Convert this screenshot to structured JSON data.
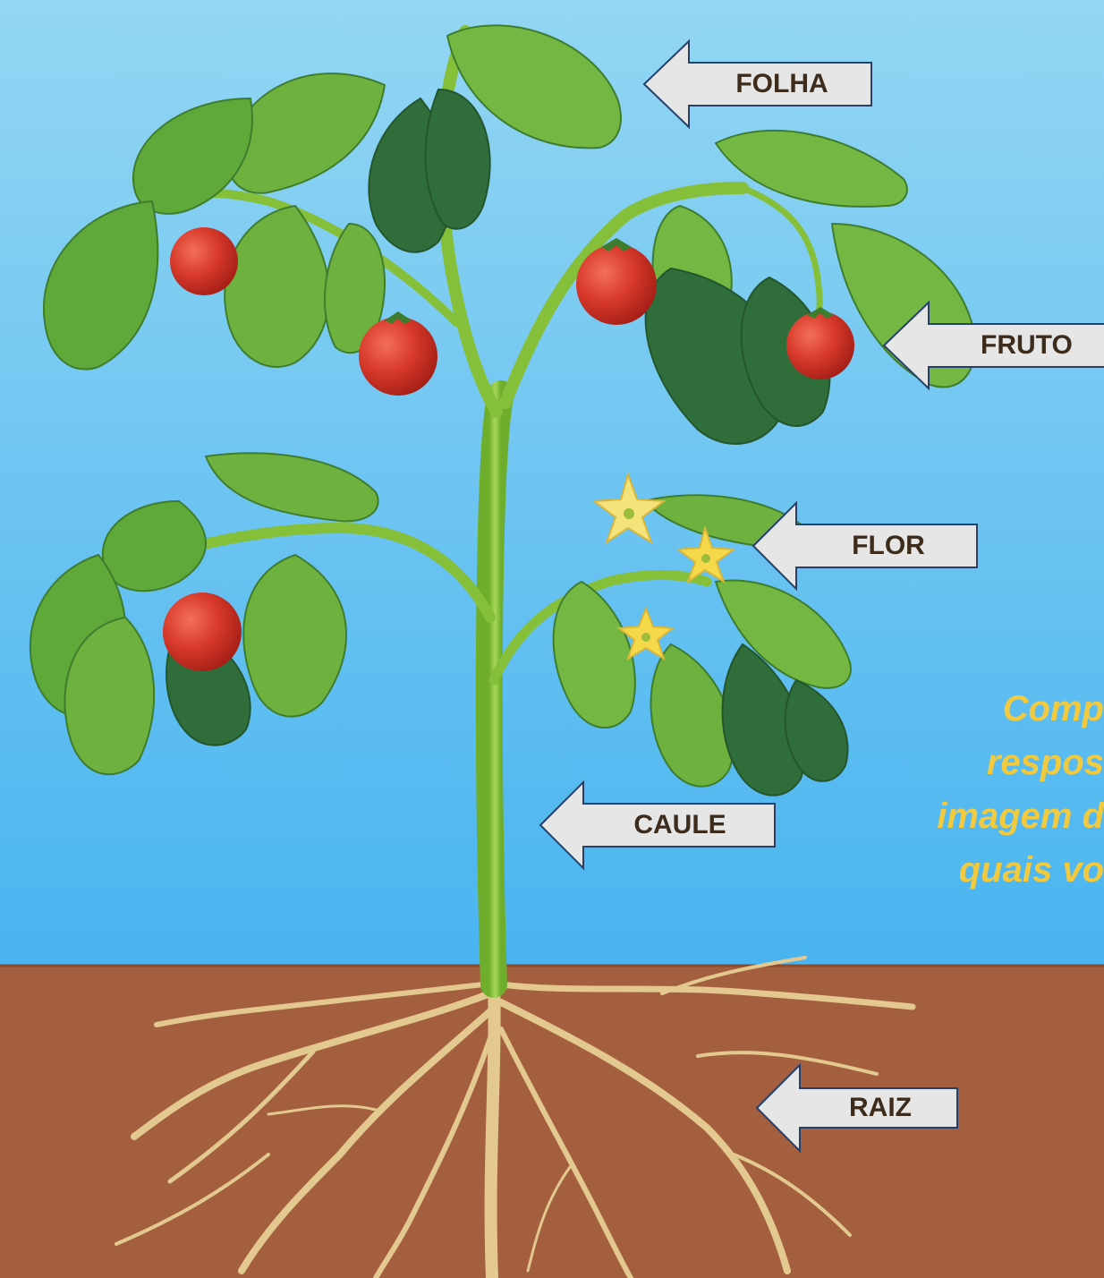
{
  "labels": {
    "folha": "FOLHA",
    "fruto": "FRUTO",
    "flor": "FLOR",
    "caule": "CAULE",
    "raiz": "RAIZ"
  },
  "caption": {
    "line1": "Comp",
    "line2": "respos",
    "line3": "imagem d",
    "line4": "quais vo"
  },
  "colors": {
    "sky_top": "#8fd3f2",
    "sky_bottom": "#4db6f0",
    "soil": "#a45f3f",
    "stem": "#8fc53b",
    "leaf": "#5fa83a",
    "leaf_dark": "#2f6e3a",
    "tomato": "#d93a2b",
    "root": "#e3c98f",
    "arrow_fill": "#e6e6e6",
    "arrow_stroke": "#25406b",
    "caption": "#f2ca3f"
  },
  "icons": {
    "plant": "tomato-plant-illustration",
    "arrow": "left-arrow-callout"
  }
}
